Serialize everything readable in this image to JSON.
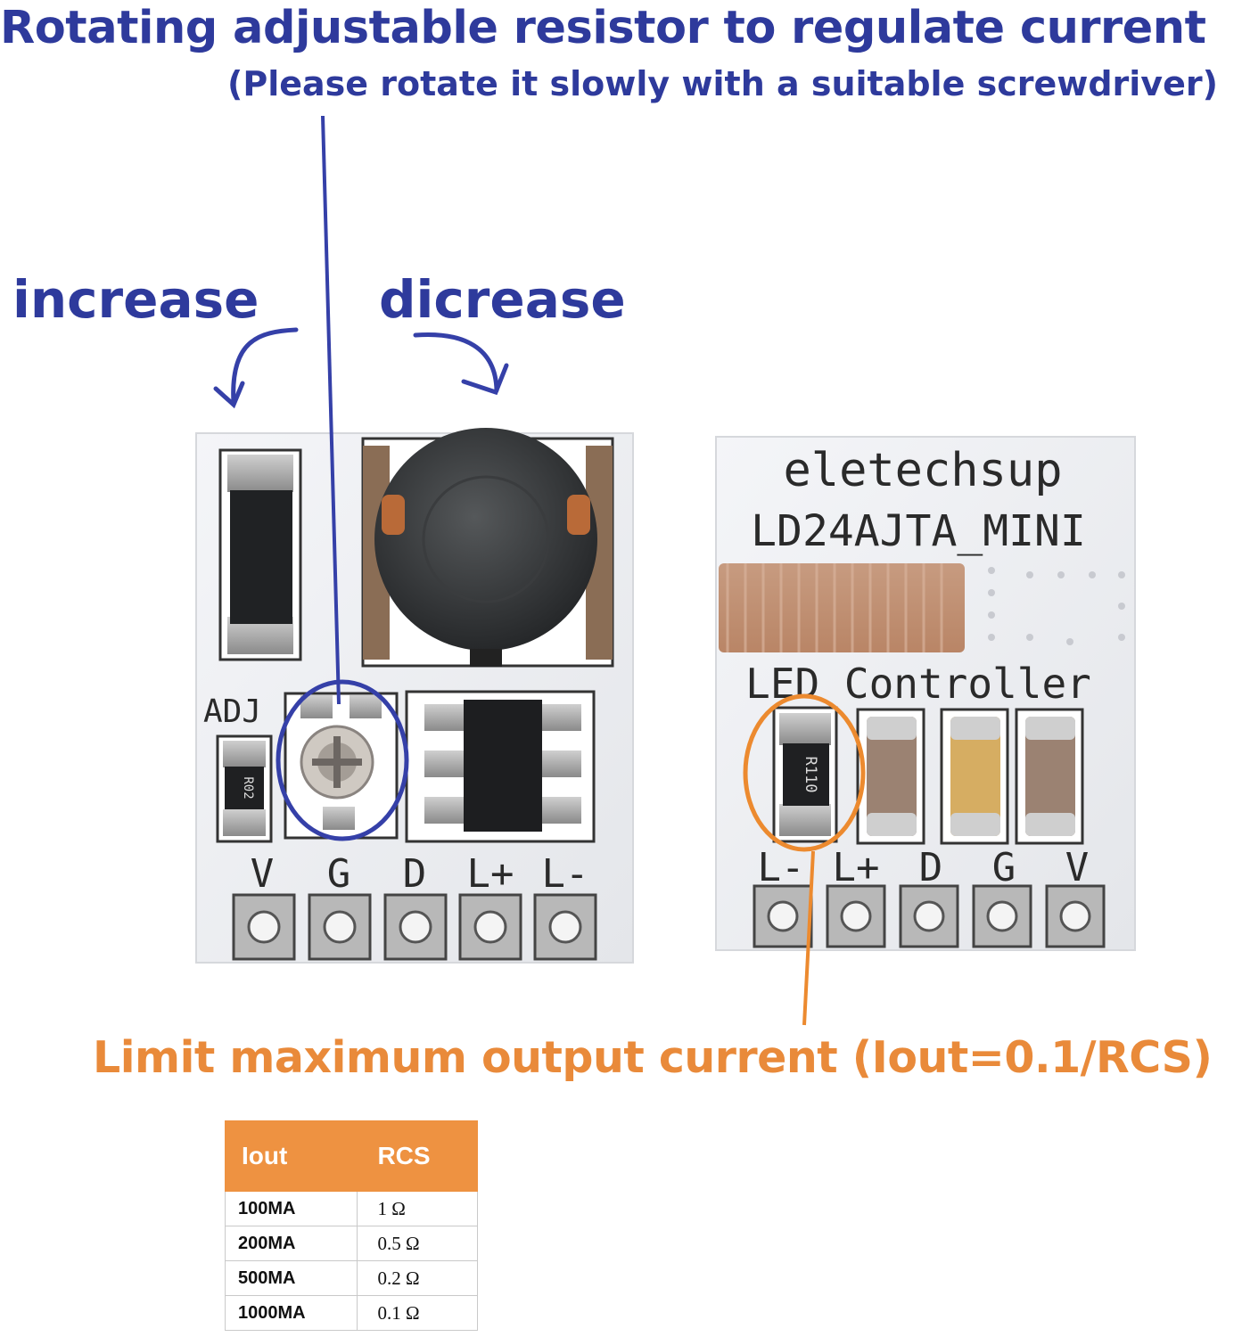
{
  "header": {
    "title": "Rotating adjustable resistor to regulate current",
    "subtitle": "(Please rotate it slowly with a suitable screwdriver)"
  },
  "labels": {
    "increase": "increase",
    "decrease": "dicrease",
    "limit": "Limit maximum output current (Iout=0.1/RCS)"
  },
  "left_board": {
    "adj_label": "ADJ",
    "resistor_code": "R02",
    "pins": [
      "V",
      "G",
      "D",
      "L+",
      "L-"
    ]
  },
  "right_board": {
    "brand": "eletechsup",
    "model": "LD24AJTA_MINI",
    "subtitle": "LED Controller",
    "resistor_code": "R110",
    "pins": [
      "L-",
      "L+",
      "D",
      "G",
      "V"
    ]
  },
  "table": {
    "headers": [
      "Iout",
      "RCS"
    ],
    "rows": [
      {
        "iout": "100MA",
        "rcs": "1 Ω"
      },
      {
        "iout": "200MA",
        "rcs": "0.5 Ω"
      },
      {
        "iout": "500MA",
        "rcs": "0.2 Ω"
      },
      {
        "iout": "1000MA",
        "rcs": "0.1 Ω"
      }
    ]
  },
  "colors": {
    "annotation_blue": "#2e3a9c",
    "annotation_orange": "#e98a3a",
    "table_header": "#ee9241"
  }
}
